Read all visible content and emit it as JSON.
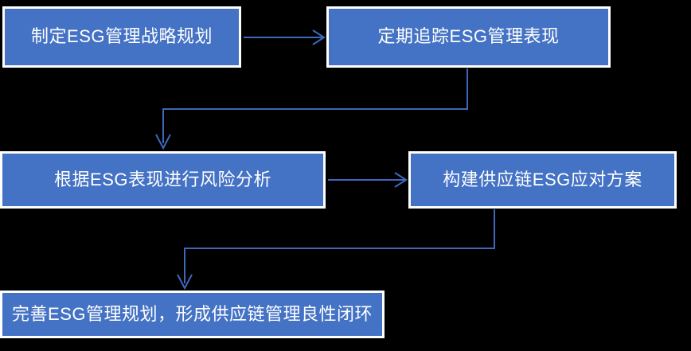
{
  "diagram": {
    "title": "ESG supply chain management flow",
    "colors": {
      "node_fill": "#4472C4",
      "node_border": "#FFFFFF",
      "node_text": "#FFFFFF",
      "connector": "#3E68BE",
      "background": "#000000"
    },
    "nodes": [
      {
        "id": "strategy",
        "label": "制定ESG管理战略规划"
      },
      {
        "id": "track",
        "label": "定期追踪ESG管理表现"
      },
      {
        "id": "risk",
        "label": "根据ESG表现进行风险分析"
      },
      {
        "id": "supply",
        "label": "构建供应链ESG应对方案"
      },
      {
        "id": "loop",
        "label": "完善ESG管理规划，形成供应链管理良性闭环"
      }
    ],
    "edges": [
      {
        "id": "edge-strategy-track",
        "from": "strategy",
        "to": "track",
        "style": "straight-right"
      },
      {
        "id": "edge-track-risk",
        "from": "track",
        "to": "risk",
        "style": "elbow-down-left"
      },
      {
        "id": "edge-risk-supply",
        "from": "risk",
        "to": "supply",
        "style": "straight-right"
      },
      {
        "id": "edge-supply-loop",
        "from": "supply",
        "to": "loop",
        "style": "elbow-down-left"
      }
    ]
  }
}
